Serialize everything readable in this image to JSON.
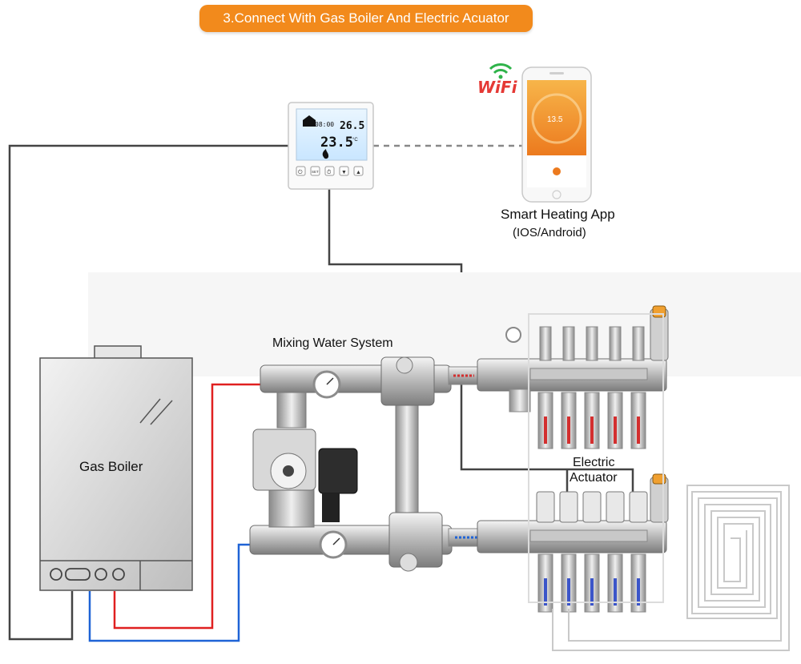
{
  "header": {
    "title": "3.Connect With Gas Boiler And Electric Acuator"
  },
  "thermostat": {
    "time": "08:00",
    "room_temp": "26.5",
    "set_temp": "23.5",
    "unit": "°C",
    "buttons": [
      "⏻",
      "SET",
      "⏱",
      "▼",
      "▲"
    ]
  },
  "wifi": {
    "label": "WiFi"
  },
  "app": {
    "label": "Smart Heating App",
    "sublabel": "(IOS/Android)",
    "screen_temp": "13.5"
  },
  "mixing": {
    "label": "Mixing Water System"
  },
  "boiler": {
    "label": "Gas Boiler"
  },
  "actuator": {
    "line1": "Electric",
    "line2": "Actuator"
  },
  "colors": {
    "accent": "#f28a1c",
    "supply": "#e02020",
    "return": "#1f63d6",
    "wire": "#444444"
  }
}
